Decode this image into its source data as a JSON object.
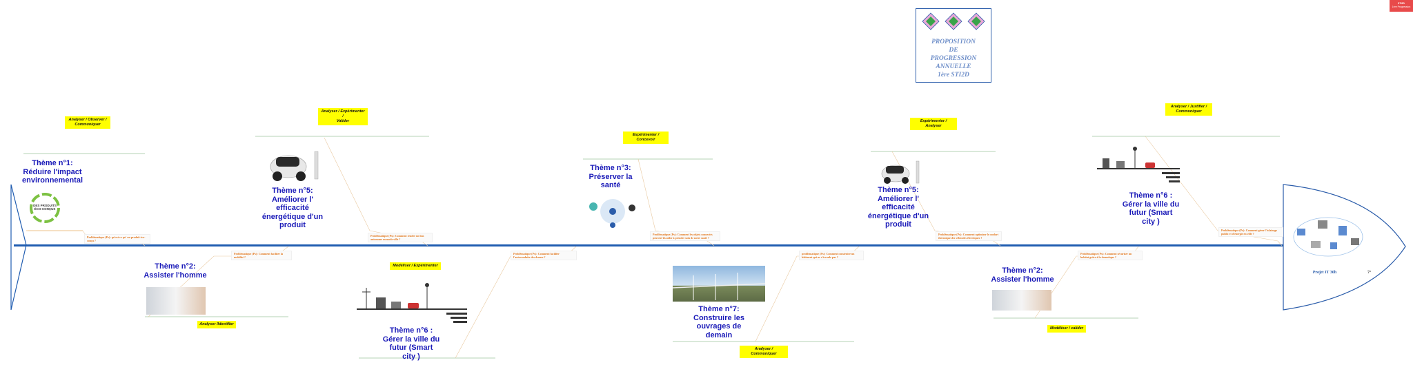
{
  "header": {
    "badge_line1": "STI2D",
    "badge_line2": "1ère Progression"
  },
  "proposition": {
    "title_lines": [
      "PROPOSITION",
      "DE",
      "PROGRESSION",
      "ANNUELLE",
      "1ère STI2D"
    ]
  },
  "colors": {
    "timeline": "#1f5cb0",
    "theme": "#1a1ab8",
    "tag": "#ffff00",
    "problem": "#e2761b"
  },
  "themes": {
    "t1": {
      "lines": [
        "Thème n°1:",
        "Réduire l'impact",
        "environnemental"
      ],
      "tag": [
        "Analyser / Observer /",
        "Communiquer"
      ],
      "img_text": [
        "DES PRODUITS",
        "ÉCO-CONÇUS"
      ],
      "problem": "Problématique (Px): qu'est-ce qu' un produit éco-conçu ?"
    },
    "t2a": {
      "lines": [
        "Thème n°2:",
        "Assister l'homme"
      ],
      "tag": [
        "Analyser /Identifier"
      ],
      "problem": "Problématique (Px): Comment faciliter la mobilité ?"
    },
    "t5a": {
      "lines": [
        "Thème n°5:",
        "Améliorer l'",
        "efficacité",
        "énergétique d'un",
        "produit"
      ],
      "tag": [
        "Analyser / Expérimenter /",
        "Valider"
      ],
      "problem": "Problématique (Px): Comment rendre un bus autonome en mode ville ?"
    },
    "t6a": {
      "lines": [
        "Thème n°6 :",
        "Gérer la ville du",
        "futur (Smart",
        "city )"
      ],
      "tag": [
        "Modéliser / Expérimenter"
      ],
      "problem": "Problématique (Px): Comment faciliter l'autoconduite des drones ?"
    },
    "t3": {
      "lines": [
        "Thème n°3:",
        "Préserver la",
        "santé"
      ],
      "tag": [
        "Expérimenter / Concevoir"
      ],
      "problem": "Problématique (Px): Comment les objets connectés peuvent-ils aider à prendre soin de notre santé ?"
    },
    "t7": {
      "lines": [
        "Thème n°7:",
        "Construire les",
        "ouvrages de",
        "demain"
      ],
      "tag": [
        "Analyser / Communiquer"
      ],
      "problem": "problématique (Px): Comment construire un bâtiment qui ne s'écroule pas ?"
    },
    "t5b": {
      "lines": [
        "Thème n°5:",
        "Améliorer l'",
        "efficacité",
        "énergétique d'un",
        "produit"
      ],
      "tag": [
        "Expérimenter / Analyser"
      ],
      "problem": "Problématique (Px): Comment optimiser le confort thermique des véhicules électriques ?"
    },
    "t2b": {
      "lines": [
        "Thème n°2:",
        "Assister l'homme"
      ],
      "tag": [
        "Modéliser / valider"
      ],
      "problem": "Problématique (Px): Comment sécuriser un habitat grâce à la domotique ?"
    },
    "t6b": {
      "lines": [
        "Thème n°6 :",
        "Gérer la ville du",
        "futur (Smart",
        "city )"
      ],
      "tag": [
        "Analyser / Justifier /",
        "Communiquer"
      ],
      "problem": "Problématique (Px): Comment gérer l'éclairage public et d'énergie en ville ?"
    }
  },
  "end": {
    "label": "Projet IT 30h",
    "mark": "7°"
  }
}
